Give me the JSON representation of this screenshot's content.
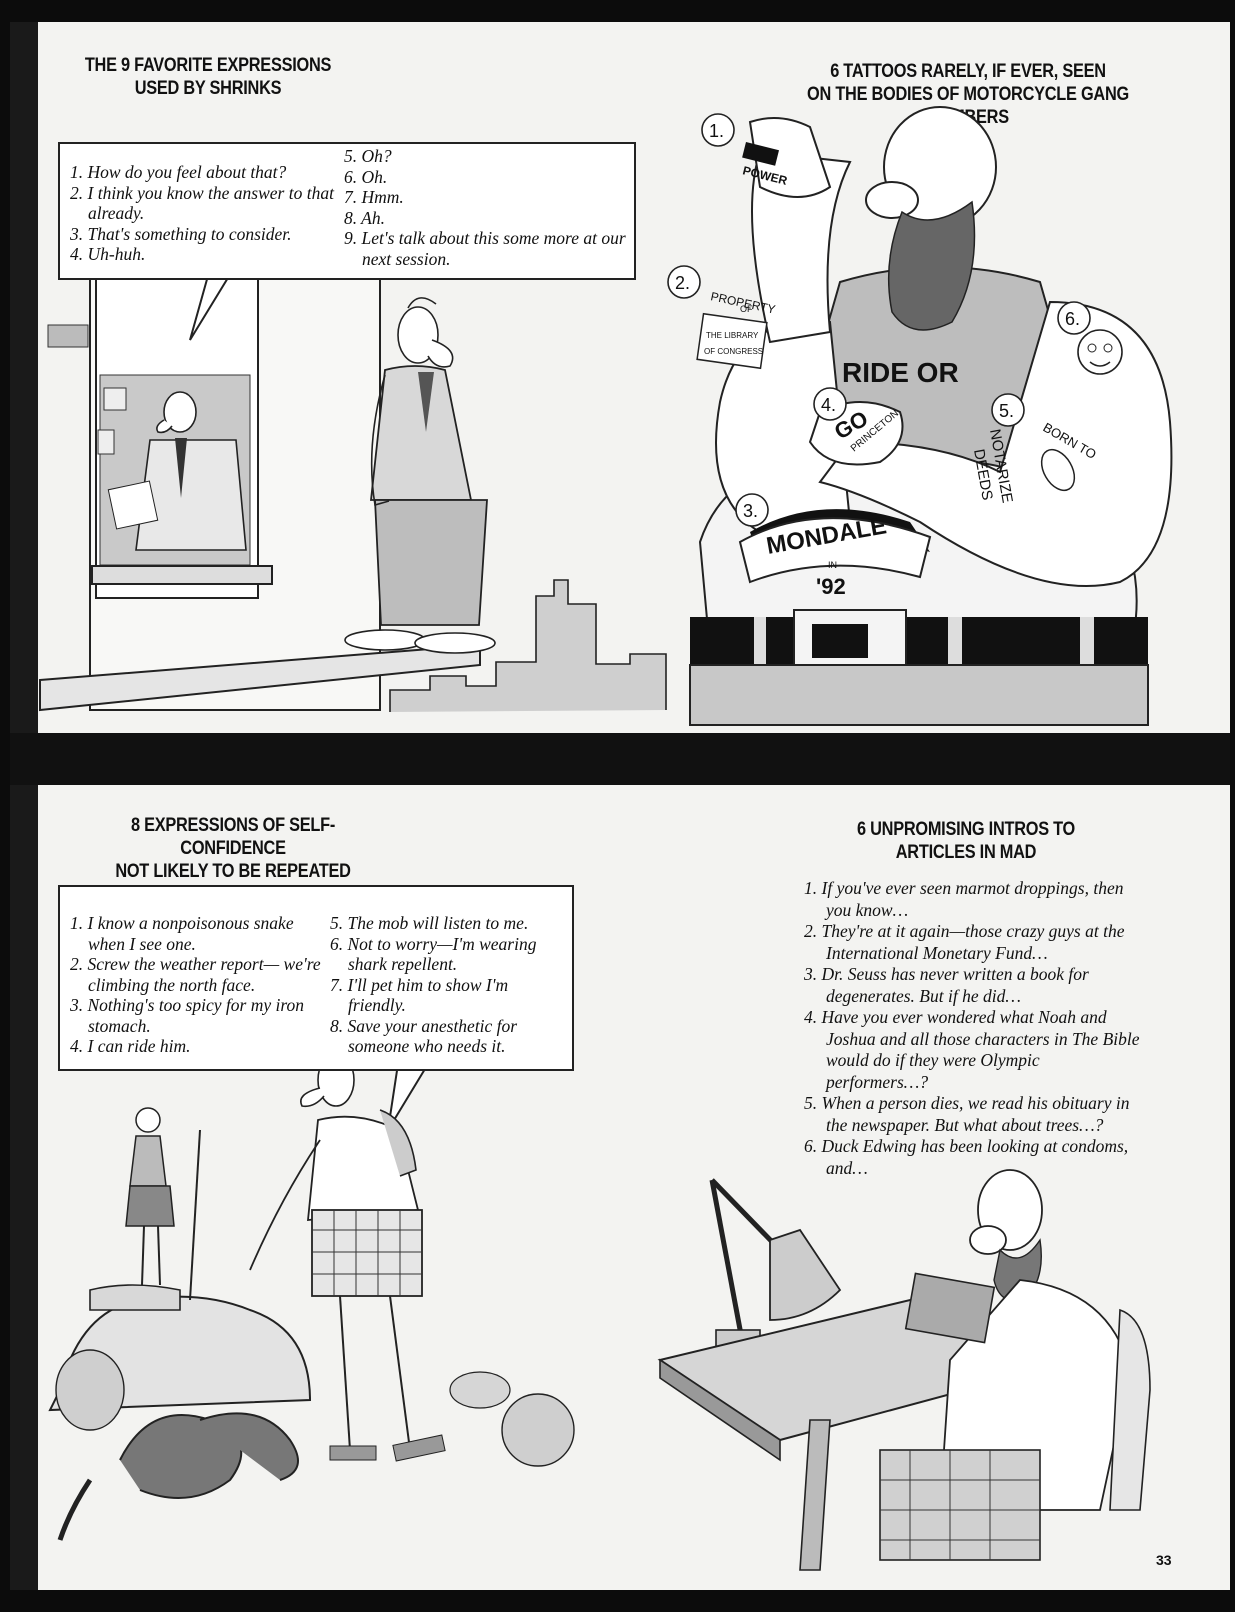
{
  "panels": {
    "shrinks": {
      "heading": [
        "THE 9 FAVORITE EXPRESSIONS",
        "USED BY SHRINKS"
      ],
      "items_left": [
        "1. How do you feel about that?",
        "2. I think you know the answer to that already.",
        "3. That's something to consider.",
        "4. Uh-huh."
      ],
      "items_right": [
        "5. Oh?",
        "6. Oh.",
        "7. Hmm.",
        "8. Ah.",
        "9. Let's talk about this some more at our next session."
      ]
    },
    "tattoos": {
      "heading": [
        "6 TATTOOS RARELY, IF EVER, SEEN",
        "ON THE BODIES OF MOTORCYCLE GANG MEMBERS"
      ],
      "markers": [
        "1.",
        "2.",
        "3.",
        "4.",
        "5.",
        "6."
      ],
      "tattoo_texts": {
        "power": "POWER",
        "property": "PROPERTY",
        "of": "OF",
        "the_library": "THE LIBRARY",
        "of_congress": "OF CONGRESS",
        "mondale": "MONDALE",
        "in": "IN",
        "year": "'92",
        "go": "GO",
        "princeton": "PRINCETON",
        "born_to": "BORN TO",
        "notarize": "NOTARIZE",
        "deeds": "DEEDS",
        "shirt": "RIDE OR"
      }
    },
    "confidence": {
      "heading": [
        "8 EXPRESSIONS OF SELF-CONFIDENCE",
        "NOT LIKELY TO BE REPEATED"
      ],
      "items_left": [
        "1. I know a nonpoisonous snake when I see one.",
        "2. Screw the weather report— we're climbing the north face.",
        "3. Nothing's too spicy for my iron stomach.",
        "4. I can ride him."
      ],
      "items_right": [
        "5. The mob will listen to me.",
        "6. Not to worry—I'm wearing shark repellent.",
        "7. I'll pet him to show I'm friendly.",
        "8. Save your anesthetic for someone who needs it."
      ]
    },
    "intros": {
      "heading": [
        "6 UNPROMISING INTROS TO",
        "ARTICLES IN MAD"
      ],
      "items": [
        "1. If you've ever seen marmot droppings, then you know…",
        "2. They're at it again—those crazy guys at the International Monetary Fund…",
        "3. Dr. Seuss has never written a book for degenerates. But if he did…",
        "4. Have you ever wondered what Noah and Joshua and all those characters in The Bible would do if they were Olympic performers…?",
        "5. When a person dies, we read his obituary in the newspaper. But what about trees…?",
        "6. Duck Edwing has been looking at condoms, and…"
      ]
    }
  },
  "page_number": "33"
}
